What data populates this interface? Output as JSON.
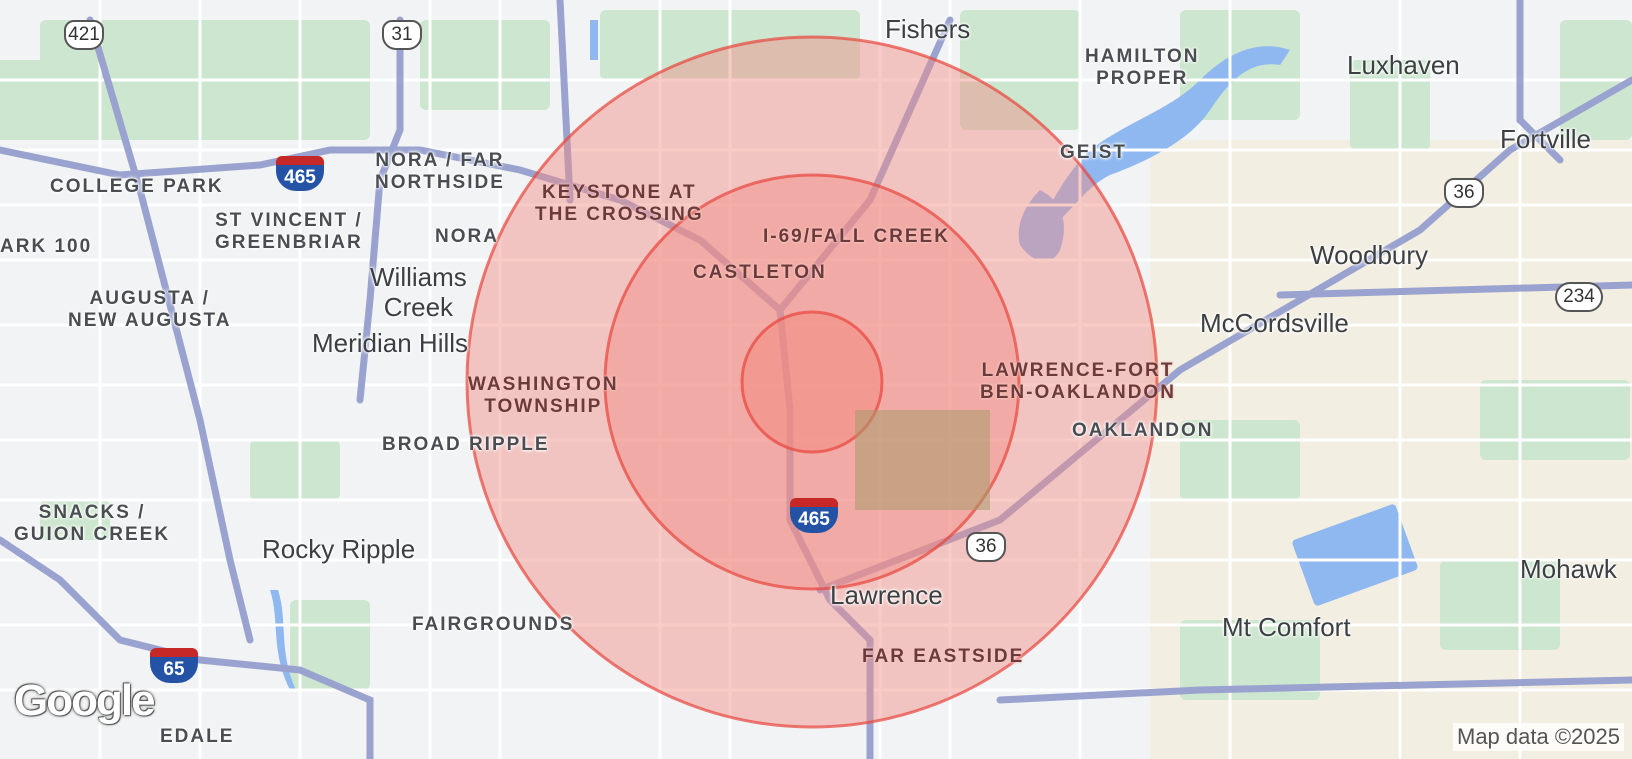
{
  "map": {
    "colors": {
      "base": "#f1f3f4",
      "park": "#cfe8d0",
      "water": "#8ab4f8",
      "highway": "#9aa0c8",
      "road": "#ffffff",
      "farmland": "#f1ece1",
      "ring_fill": "#f28b82",
      "ring_stroke": "#e8453c"
    },
    "radius_rings": 3,
    "places": [
      {
        "name": "Fishers"
      },
      {
        "name": "Luxhaven"
      },
      {
        "name": "Fortville"
      },
      {
        "name": "Woodbury"
      },
      {
        "name": "McCordsville"
      },
      {
        "name": "Williams\nCreek"
      },
      {
        "name": "Meridian Hills"
      },
      {
        "name": "Rocky Ripple"
      },
      {
        "name": "Lawrence"
      },
      {
        "name": "Mt Comfort"
      },
      {
        "name": "Mohawk"
      }
    ],
    "neighborhoods": [
      {
        "name": "HAMILTON\nPROPER"
      },
      {
        "name": "GEIST"
      },
      {
        "name": "COLLEGE PARK"
      },
      {
        "name": "NORA / FAR\nNORTHSIDE"
      },
      {
        "name": "KEYSTONE AT\nTHE CROSSING"
      },
      {
        "name": "ST VINCENT /\nGREENBRIAR"
      },
      {
        "name": "NORA"
      },
      {
        "name": "ARK 100"
      },
      {
        "name": "I-69/FALL CREEK"
      },
      {
        "name": "CASTLETON"
      },
      {
        "name": "AUGUSTA /\nNEW AUGUSTA"
      },
      {
        "name": "LAWRENCE-FORT\nBEN-OAKLANDON"
      },
      {
        "name": "WASHINGTON\nTOWNSHIP"
      },
      {
        "name": "OAKLANDON"
      },
      {
        "name": "BROAD RIPPLE"
      },
      {
        "name": "SNACKS /\nGUION CREEK"
      },
      {
        "name": "FAIRGROUNDS"
      },
      {
        "name": "FAR EASTSIDE"
      },
      {
        "name": "EDALE"
      }
    ],
    "shields": [
      {
        "label": "421",
        "type": "us-route-icon"
      },
      {
        "label": "31",
        "type": "us-route-icon"
      },
      {
        "label": "465",
        "type": "interstate-icon"
      },
      {
        "label": "36",
        "type": "us-route-icon"
      },
      {
        "label": "234",
        "type": "state-route-icon"
      },
      {
        "label": "465",
        "type": "interstate-icon"
      },
      {
        "label": "36",
        "type": "us-route-icon"
      },
      {
        "label": "65",
        "type": "interstate-icon"
      }
    ],
    "logo": "Google",
    "attribution": "Map data ©2025"
  }
}
